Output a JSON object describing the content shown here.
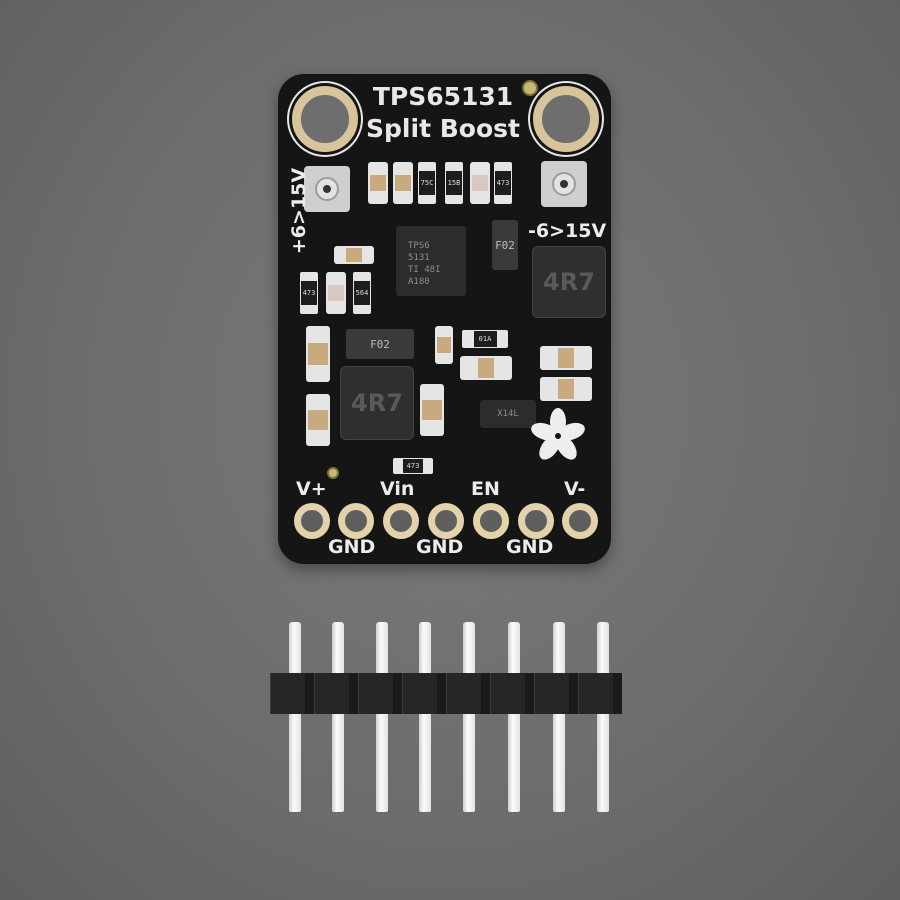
{
  "scene": {
    "background_color": "#6f6f6f",
    "subject": "Adafruit TPS65131 Split Boost breakout board with 8-pin male header"
  },
  "board": {
    "title_line1": "TPS65131",
    "title_line2": "Split Boost",
    "left_pot_label": "+6>15V",
    "right_pot_label": "-6>15V",
    "ic_marking": [
      "TPS6",
      "5131",
      "TI 48I",
      "A180"
    ],
    "inductor_marking": "4R7",
    "diode_marking": "F02",
    "resistor_markings": [
      "75C",
      "15B",
      "473",
      "473",
      "564",
      "01A",
      "473"
    ],
    "transistor_marking": "X14L",
    "pins_top": [
      "V+",
      "Vin",
      "EN",
      "V-"
    ],
    "pins_bottom": [
      "GND",
      "GND",
      "GND"
    ],
    "pin_count": 7,
    "pcb_color": "#151515",
    "pad_color": "#e4d2aa"
  },
  "header_strip": {
    "pin_count": 8,
    "body_color": "#1a1a1a",
    "pin_color": "#f0f0f0"
  }
}
